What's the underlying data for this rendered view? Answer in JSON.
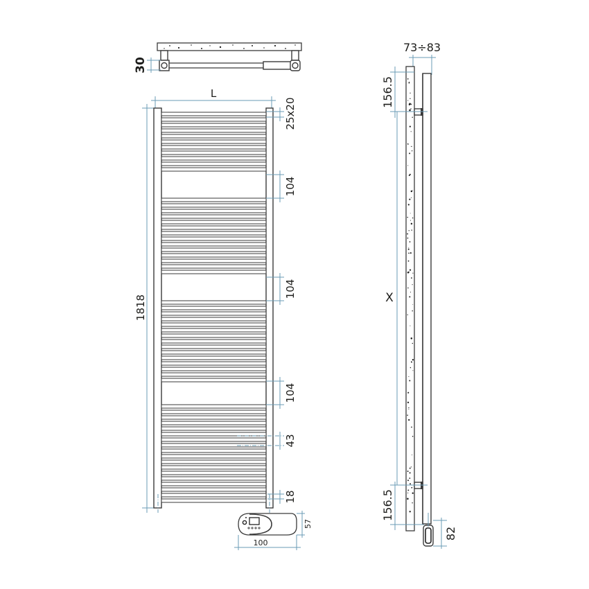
{
  "drawing": {
    "colors": {
      "dimension_line": "#6a9bb5",
      "outline": "#3a3a3a",
      "text": "#1d1d1b"
    },
    "top_view": {
      "depth_label": "30"
    },
    "front_view": {
      "width_label": "L",
      "height_label": "1818",
      "tube_label": "25x20",
      "gap_labels": [
        "104",
        "104",
        "104"
      ],
      "bottom_gap_label": "43",
      "bottom_offset_label": "18"
    },
    "control_unit": {
      "width_label": "100",
      "height_label": "57"
    },
    "side_view": {
      "wall_distance_label": "73÷83",
      "top_bracket_label": "156.5",
      "bottom_bracket_label": "156.5",
      "bracket_spacing_label": "X",
      "control_depth_label": "82"
    }
  }
}
